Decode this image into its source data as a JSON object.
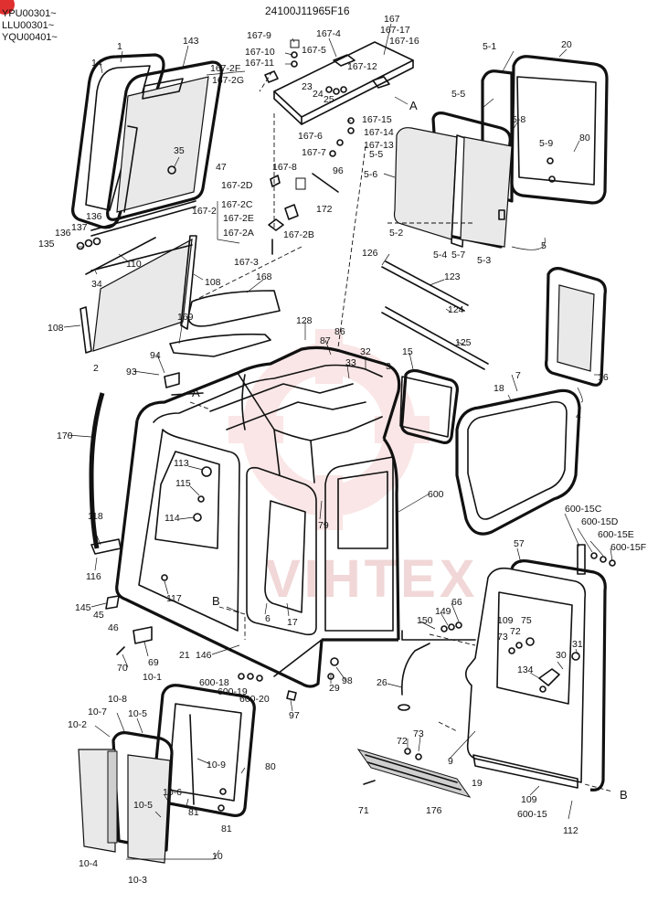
{
  "header": {
    "serial_ranges": [
      "YPU00301~",
      "LLU00301~",
      "YQU00401~"
    ],
    "drawing_number": "24100J11965F16"
  },
  "watermark": "VIHTEX",
  "callouts": [
    "1",
    "143",
    "14",
    "167-2F",
    "167-2G",
    "35",
    "47",
    "167-2D",
    "167-2C",
    "167-2E",
    "167-2A",
    "167-2",
    "167-2B",
    "167-3",
    "136",
    "137",
    "136",
    "135",
    "34",
    "110",
    "108",
    "108",
    "2",
    "167-9",
    "167-10",
    "167-11",
    "167-4",
    "167-5",
    "167",
    "167-17",
    "167-16",
    "167-12",
    "23",
    "24",
    "25",
    "A",
    "167-15",
    "167-14",
    "167-13",
    "167-6",
    "167-7",
    "167-8",
    "96",
    "172",
    "5-1",
    "20",
    "5-5",
    "5-8",
    "5-9",
    "80",
    "5-5",
    "5-6",
    "5-2",
    "5-4",
    "5-7",
    "5-3",
    "5",
    "126",
    "123",
    "124",
    "125",
    "168",
    "169",
    "128",
    "87",
    "86",
    "32",
    "33",
    "3",
    "15",
    "94",
    "93",
    "A",
    "18",
    "7",
    "16",
    "4",
    "170",
    "113",
    "115",
    "114",
    "118",
    "116",
    "145",
    "45",
    "46",
    "117",
    "B",
    "6",
    "17",
    "79",
    "600",
    "146",
    "69",
    "70",
    "10-1",
    "21",
    "600-18",
    "600-19",
    "600-20",
    "97",
    "29",
    "98",
    "150",
    "149",
    "66",
    "26",
    "57",
    "600-15C",
    "600-15D",
    "600-15E",
    "600-15F",
    "109",
    "75",
    "72",
    "73",
    "134",
    "30",
    "31",
    "9",
    "72",
    "73",
    "19",
    "176",
    "71",
    "109",
    "600-15",
    "112",
    "B",
    "10-8",
    "10-7",
    "10-5",
    "10-2",
    "10-9",
    "80",
    "10-6",
    "10-5",
    "81",
    "81",
    "10-4",
    "10-3",
    "10"
  ]
}
